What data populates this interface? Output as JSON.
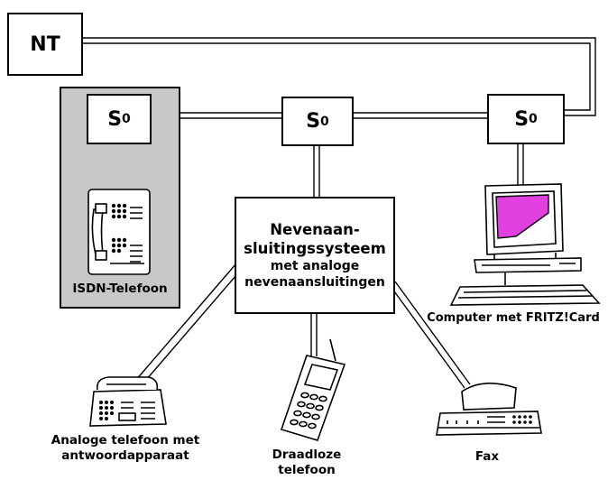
{
  "nodes": {
    "nt": "NT",
    "s0_letter": "S",
    "s0_sub": "0",
    "pbx": {
      "line1": "Nevenaan-",
      "line2": "sluitingssysteem",
      "line3": "met analoge",
      "line4": "nevenaansluitingen"
    }
  },
  "labels": {
    "isdn_phone": "ISDN-Telefoon",
    "computer": "Computer met FRITZ!Card",
    "analog_phone_line1": "Analoge telefoon met",
    "analog_phone_line2": "antwoordapparaat",
    "cordless_line1": "Draadloze",
    "cordless_line2": "telefoon",
    "fax": "Fax"
  },
  "colors": {
    "screen_accent": "#e040e0",
    "panel_gray": "#c8c8c8"
  },
  "icons": [
    "isdn-phone-icon",
    "computer-icon",
    "analog-phone-icon",
    "cordless-phone-icon",
    "fax-icon"
  ]
}
